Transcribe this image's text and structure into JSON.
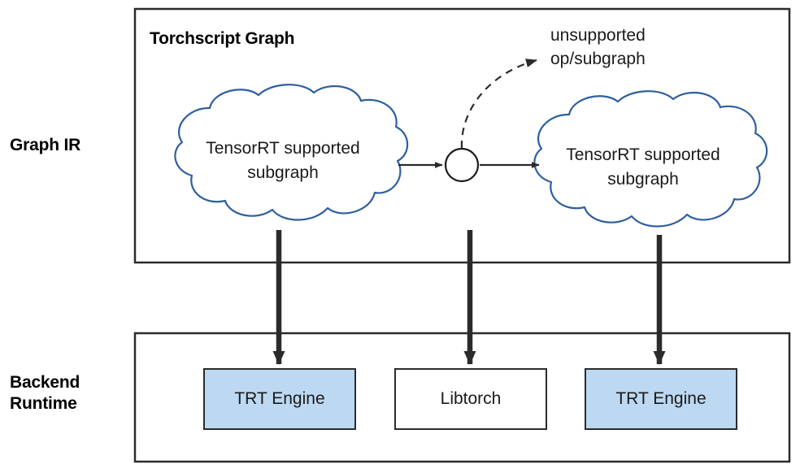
{
  "rows": [
    {
      "id": "graph-ir",
      "label": "Graph IR"
    },
    {
      "id": "backend-runtime",
      "label": "Backend\nRuntime"
    }
  ],
  "graph_ir": {
    "title": "Torchscript Graph",
    "clouds": [
      {
        "id": "left-subgraph",
        "label": "TensorRT supported\nsubgraph"
      },
      {
        "id": "right-subgraph",
        "label": "TensorRT supported\nsubgraph"
      }
    ],
    "node": {
      "id": "unsupported-node",
      "label": ""
    },
    "annotation": {
      "label": "unsupported\nop/subgraph"
    }
  },
  "backend_runtime": {
    "boxes": [
      {
        "id": "trt-engine-left",
        "label": "TRT Engine",
        "fill": "#bdd9f2"
      },
      {
        "id": "libtorch",
        "label": "Libtorch",
        "fill": "#ffffff"
      },
      {
        "id": "trt-engine-right",
        "label": "TRT Engine",
        "fill": "#bdd9f2"
      }
    ]
  },
  "colors": {
    "cloud_stroke": "#2e5f9e",
    "box_stroke": "#2b2b2b",
    "arrow": "#2b2b2b",
    "trt_fill": "#bdd9f2",
    "background": "#ffffff",
    "text": "#1a1a1a"
  }
}
